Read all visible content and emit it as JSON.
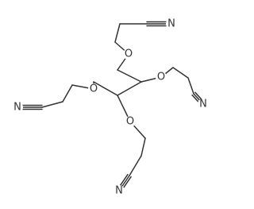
{
  "molecule": {
    "atoms": {
      "o_top": "O",
      "o_right": "O",
      "o_left": "O",
      "o_bottom": "O",
      "n_top": "N",
      "n_left": "N",
      "n_right": "N",
      "n_bottom": "N"
    }
  }
}
